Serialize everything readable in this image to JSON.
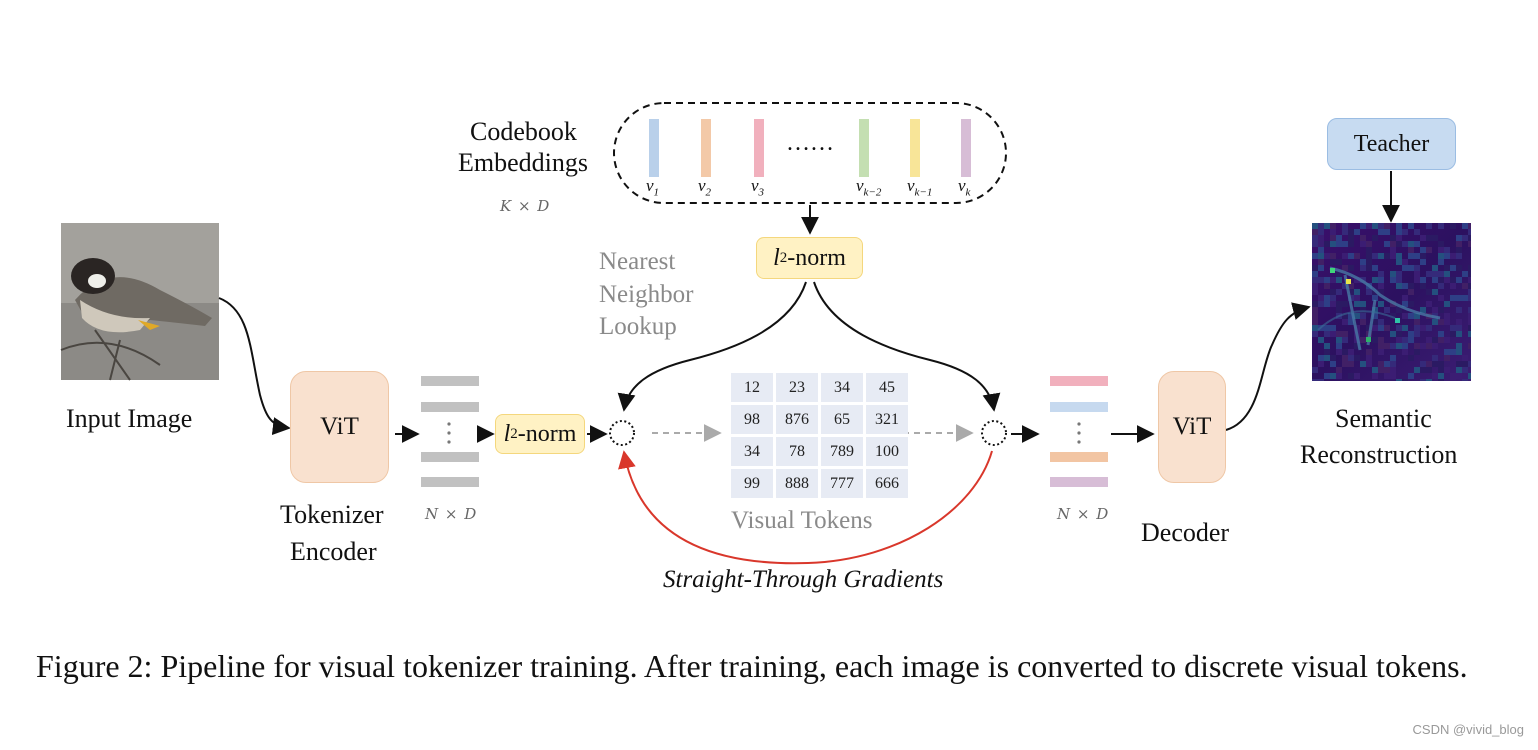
{
  "codebook": {
    "title_line1": "Codebook",
    "title_line2": "Embeddings",
    "dims": "K × D",
    "vectors": [
      {
        "label": "v",
        "sub": "1",
        "color": "#b9d0ea"
      },
      {
        "label": "v",
        "sub": "2",
        "color": "#f3c9a8"
      },
      {
        "label": "v",
        "sub": "3",
        "color": "#f1b0bd"
      },
      {
        "label": "v",
        "sub": "k−2",
        "color": "#c4dfb2"
      },
      {
        "label": "v",
        "sub": "k−1",
        "color": "#f8e598"
      },
      {
        "label": "v",
        "sub": "k",
        "color": "#d7bdd6"
      }
    ],
    "ellipsis": "……"
  },
  "input": {
    "label": "Input Image"
  },
  "encoder": {
    "box": "ViT",
    "label_line1": "Tokenizer",
    "label_line2": "Encoder",
    "dims": "N × D"
  },
  "l2_left": {
    "l": "l",
    "sub": "2",
    "text": "-norm"
  },
  "l2_top": {
    "l": "l",
    "sub": "2",
    "text": "-norm"
  },
  "lookup": {
    "line1": "Nearest",
    "line2": "Neighbor",
    "line3": "Lookup"
  },
  "visual_tokens": {
    "label": "Visual Tokens",
    "grid": [
      [
        "12",
        "23",
        "34",
        "45"
      ],
      [
        "98",
        "876",
        "65",
        "321"
      ],
      [
        "34",
        "78",
        "789",
        "100"
      ],
      [
        "99",
        "888",
        "777",
        "666"
      ]
    ]
  },
  "gradients": {
    "label": "Straight-Through Gradients"
  },
  "decoder": {
    "box": "ViT",
    "label": "Decoder",
    "dims": "N × D"
  },
  "teacher": {
    "label": "Teacher"
  },
  "output": {
    "label_line1": "Semantic",
    "label_line2": "Reconstruction"
  },
  "caption": "Figure 2: Pipeline for visual tokenizer training. After training, each image is converted to discrete visual tokens.",
  "watermark": "CSDN @vivid_blog",
  "colors": {
    "vit_fill": "#f9e1cf",
    "l2_fill": "#fff2c4",
    "teacher_fill": "#c7dbf1",
    "gradient_arrow": "#d9372b",
    "token_bar": "#c1c1c1",
    "decoder_tokens": [
      "#f1b0bd",
      "#c6d9ef",
      "#f2c5a3",
      "#d7bdd6"
    ]
  }
}
